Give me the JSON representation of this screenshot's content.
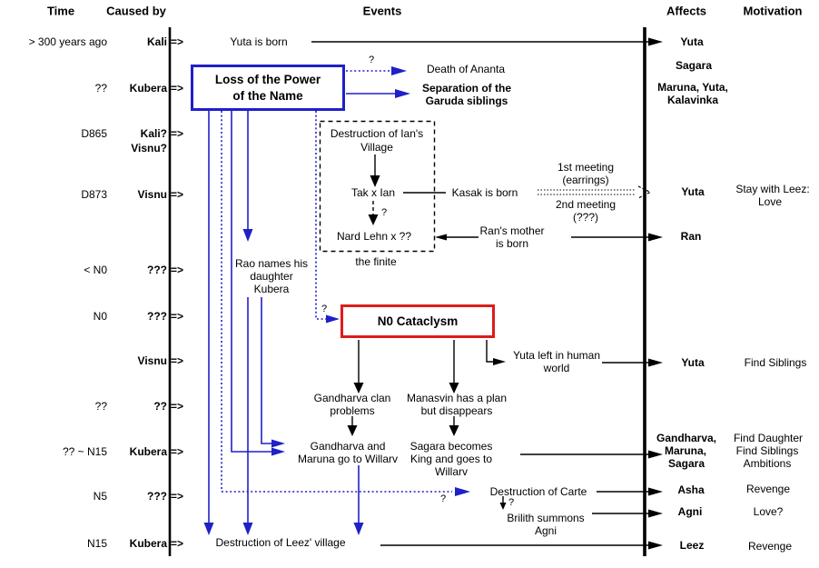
{
  "colors": {
    "accent_blue": "#2020c8",
    "accent_red": "#dd1c1c",
    "line_black": "#000000"
  },
  "headers": {
    "time": "Time",
    "caused_by": "Caused by",
    "events": "Events",
    "affects": "Affects",
    "motivation": "Motivation"
  },
  "rows": [
    {
      "time": "> 300 years ago",
      "cause": "Kali",
      "arrow": "=>"
    },
    {
      "time": "??",
      "cause": "Kubera",
      "arrow": "=>"
    },
    {
      "time": "D865",
      "cause": "Kali?",
      "cause2": "Visnu?",
      "arrow": "=>"
    },
    {
      "time": "D873",
      "cause": "Visnu",
      "arrow": "=>"
    },
    {
      "time": "< N0",
      "cause": "???",
      "arrow": "=>"
    },
    {
      "time": "N0",
      "cause": "???",
      "arrow": "=>"
    },
    {
      "time": "",
      "cause": "Visnu",
      "arrow": "=>"
    },
    {
      "time": "??",
      "cause": "??",
      "arrow": "=>"
    },
    {
      "time": "?? ~ N15",
      "cause": "Kubera",
      "arrow": "=>"
    },
    {
      "time": "N5",
      "cause": "???",
      "arrow": "=>"
    },
    {
      "time": "N15",
      "cause": "Kubera",
      "arrow": "=>"
    }
  ],
  "events": {
    "yuta_born": "Yuta is born",
    "loss_box": [
      "Loss of the Power",
      "of the Name"
    ],
    "q_ananta": "?",
    "death_ananta": "Death of Ananta",
    "separation": [
      "Separation of the",
      "Garuda siblings"
    ],
    "ian_box": [
      "Destruction of Ian's",
      "Village"
    ],
    "tak_ian": "Tak x Ian",
    "q_tak": "?",
    "nard": "Nard Lehn x ??",
    "finite": "the finite",
    "kasak": "Kasak is born",
    "meeting1": [
      "1st meeting",
      "(earrings)"
    ],
    "meeting2": [
      "2nd meeting",
      "(???)"
    ],
    "ran_mother": [
      "Ran's mother",
      "is born"
    ],
    "rao": [
      "Rao names his",
      "daughter",
      "Kubera"
    ],
    "q_n0": "?",
    "n0_box": "N0 Cataclysm",
    "yuta_left": [
      "Yuta left in human",
      "world"
    ],
    "gandharva_problems": [
      "Gandharva clan",
      "problems"
    ],
    "manasvin": [
      "Manasvin has a plan",
      "but disappears"
    ],
    "gandharva_willarv": [
      "Gandharva and",
      "Maruna go to Willarv"
    ],
    "sagara_king": [
      "Sagara becomes",
      "King and goes to",
      "Willarv"
    ],
    "q_carte": "?",
    "carte": "Destruction of Carte",
    "q_brilith": "?",
    "brilith": [
      "Brilith summons",
      "Agni"
    ],
    "leez_village": "Destruction of Leez' village"
  },
  "affects": {
    "yuta1": "Yuta",
    "sagara": "Sagara",
    "maruna_group": [
      "Maruna, Yuta,",
      "Kalavinka"
    ],
    "yuta2": "Yuta",
    "ran": "Ran",
    "yuta3": "Yuta",
    "gms": [
      "Gandharva,",
      "Maruna,",
      "Sagara"
    ],
    "asha": "Asha",
    "agni": "Agni",
    "leez": "Leez"
  },
  "motivations": {
    "stay": [
      "Stay with Leez:",
      "Love"
    ],
    "find_siblings": "Find Siblings",
    "gms": [
      "Find Daughter",
      "Find Siblings",
      "Ambitions"
    ],
    "revenge1": "Revenge",
    "love": "Love?",
    "revenge2": "Revenge"
  }
}
